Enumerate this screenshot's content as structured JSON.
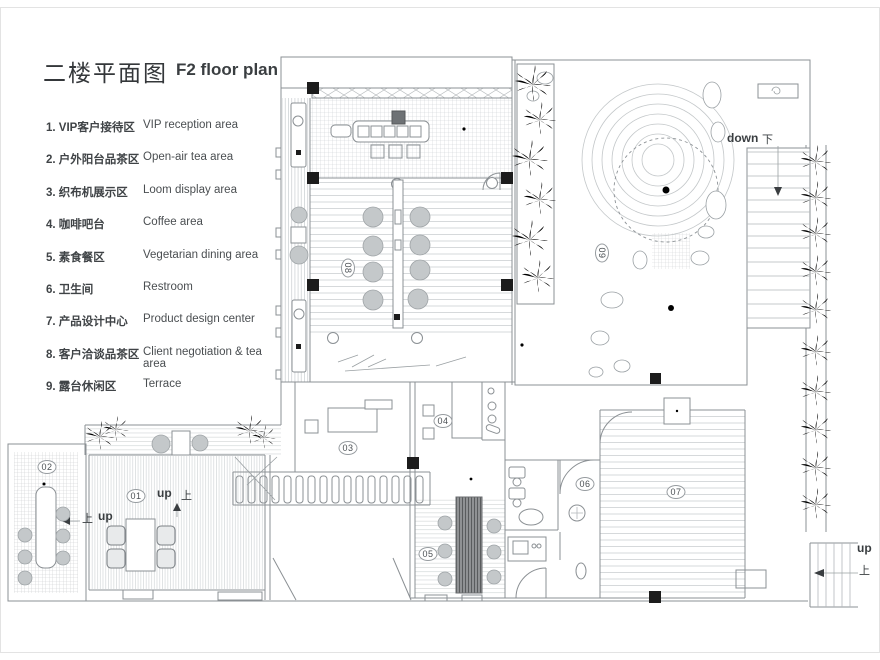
{
  "title": {
    "zh": "二楼平面图",
    "en": "F2 floor plan"
  },
  "legend": [
    {
      "num": "1.",
      "zh": "VIP客户接待区",
      "en": "VIP reception area"
    },
    {
      "num": "2.",
      "zh": "户外阳台品茶区",
      "en": "Open-air tea area"
    },
    {
      "num": "3.",
      "zh": "织布机展示区",
      "en": "Loom display area"
    },
    {
      "num": "4.",
      "zh": "咖啡吧台",
      "en": "Coffee area"
    },
    {
      "num": "5.",
      "zh": "素食餐区",
      "en": "Vegetarian dining area"
    },
    {
      "num": "6.",
      "zh": "卫生间",
      "en": "Restroom"
    },
    {
      "num": "7.",
      "zh": "产品设计中心",
      "en": "Product design center"
    },
    {
      "num": "8.",
      "zh": "客户洽谈品茶区",
      "en": "Client negotiation & tea area"
    },
    {
      "num": "9.",
      "zh": "露台休闲区",
      "en": "Terrace"
    }
  ],
  "plan": {
    "area_labels": [
      "01",
      "02",
      "03",
      "04",
      "05",
      "06",
      "07",
      "08",
      "09"
    ],
    "stairs": {
      "down_en": "down",
      "down_zh": "下",
      "up_en": "up",
      "up_zh": "上"
    }
  },
  "colors": {
    "wall_line": "#8b9094",
    "hatch_line": "#c7cbcd",
    "column_black": "#1c1c1c"
  }
}
